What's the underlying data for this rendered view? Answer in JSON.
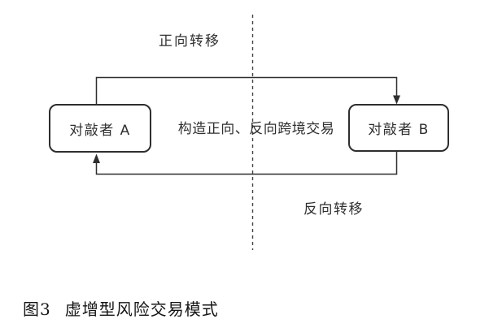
{
  "diagram": {
    "labels": {
      "forward": "正向转移",
      "middle": "构造正向、反向跨境交易",
      "reverse": "反向转移"
    },
    "nodes": {
      "a": "对敲者 A",
      "b": "对敲者 B"
    },
    "caption": {
      "prefix": "图3",
      "title": "虚增型风险交易模式"
    },
    "colors": {
      "line": "#2e2e2e",
      "dashed_line": "#444444",
      "text": "#2f2f2f",
      "caption_text": "#151515",
      "background": "#ffffff"
    }
  }
}
